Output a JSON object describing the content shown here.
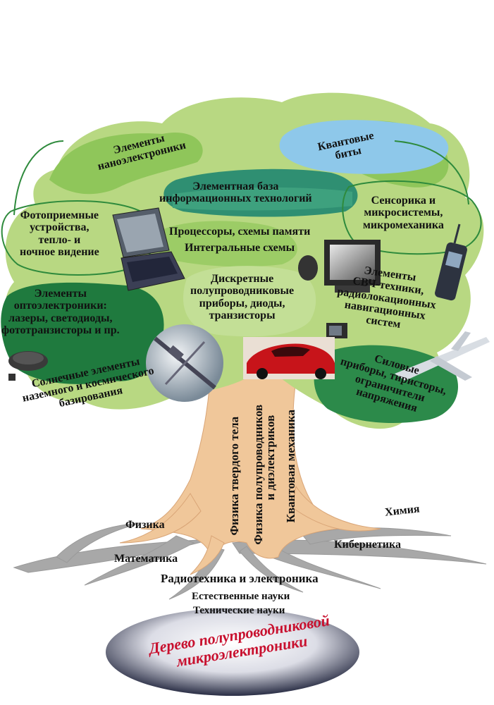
{
  "title": {
    "line1": "Дерево полупроводниковой",
    "line2": "микроэлектроники"
  },
  "trunk": {
    "solid_state_physics": "Физика твердого тела",
    "semiconductor_physics": "Физика полупроводников",
    "dielectrics": "и диэлектриков",
    "quantum_mechanics": "Квантовая механика"
  },
  "roots": {
    "physics": "Физика",
    "chemistry": "Химия",
    "mathematics": "Математика",
    "cybernetics": "Кибернетика",
    "radio_electronics": "Радиотехника и электроника",
    "natural_sciences": "Естественные науки",
    "technical_sciences": "Технические  науки"
  },
  "branches": {
    "nanoelectronics": [
      "Элементы",
      "наноэлектроники"
    ],
    "quantum_bits": [
      "Квантовые",
      "биты"
    ],
    "element_base": [
      "Элементная база",
      "информационных технологий"
    ],
    "photodetectors": [
      "Фотоприемные",
      "устройства,",
      "тепло- и",
      "ночное видение"
    ],
    "processors": "Процессоры, схемы памяти",
    "integrated_circuits": "Интегральные схемы",
    "sensorics": [
      "Сенсорика и",
      "микросистемы,",
      "микромеханика"
    ],
    "discrete_devices": [
      "Дискретные",
      "полупроводниковые",
      "приборы, диоды,",
      "транзисторы"
    ],
    "microwave": [
      "Элементы",
      "СВЧ-техники,",
      "радиолокационных",
      "навигационных",
      "систем"
    ],
    "optoelectronics": [
      "Элементы",
      "оптоэлектроники:",
      "лазеры, светодиоды,",
      "фототранзисторы и пр."
    ],
    "solar_cells": [
      "Солнечные элементы",
      "наземного и космического",
      "базирования"
    ],
    "power_devices": [
      "Силовые",
      "приборы, тиристоры,",
      "ограничители",
      "напряжения"
    ]
  },
  "colors": {
    "crown_light": "#b8d882",
    "crown_mid": "#8fc65a",
    "crown_dark": "#2c8a4a",
    "teal_band": "#2f8f72",
    "quantum_blob": "#8ec8ea",
    "trunk": "#f0c79a",
    "roots": "#a9a9a9",
    "outline": "#2e8a3c",
    "title_red": "#c8102e"
  }
}
